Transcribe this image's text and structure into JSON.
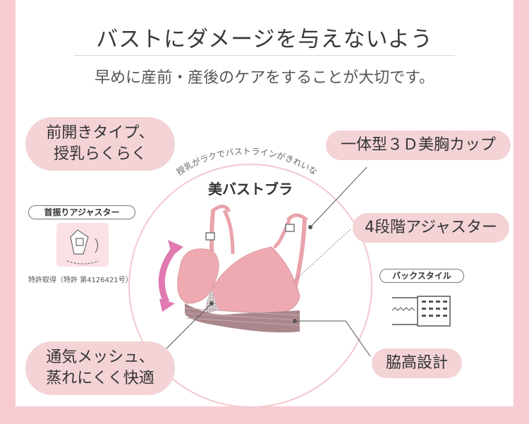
{
  "title": "バストにダメージを与えないよう",
  "subtitle": "早めに産前・産後のケアをすることが大切です。",
  "circle_arc_text": "授乳がラクでバストラインがきれいな",
  "product_name": "美バストブラ",
  "features": {
    "front_open_line1": "前開きタイプ、",
    "front_open_line2": "授乳らくらく",
    "cup": "一体型３Ｄ美胸カップ",
    "adjuster": "4段階アジャスター",
    "mesh_line1": "通気メッシュ、",
    "mesh_line2": "蒸れにくく快適",
    "side": "脇高設計"
  },
  "neck_adjuster_label": "首振りアジャスター",
  "patent_text": "特許取得（特許 第4126421号）",
  "back_style_label": "バックスタイル",
  "colors": {
    "frame_pink": "#f8cbd3",
    "pill_pink": "#f3d3d6",
    "bra_pink": "#eeaab0",
    "arrow_magenta": "#e07ab0"
  }
}
